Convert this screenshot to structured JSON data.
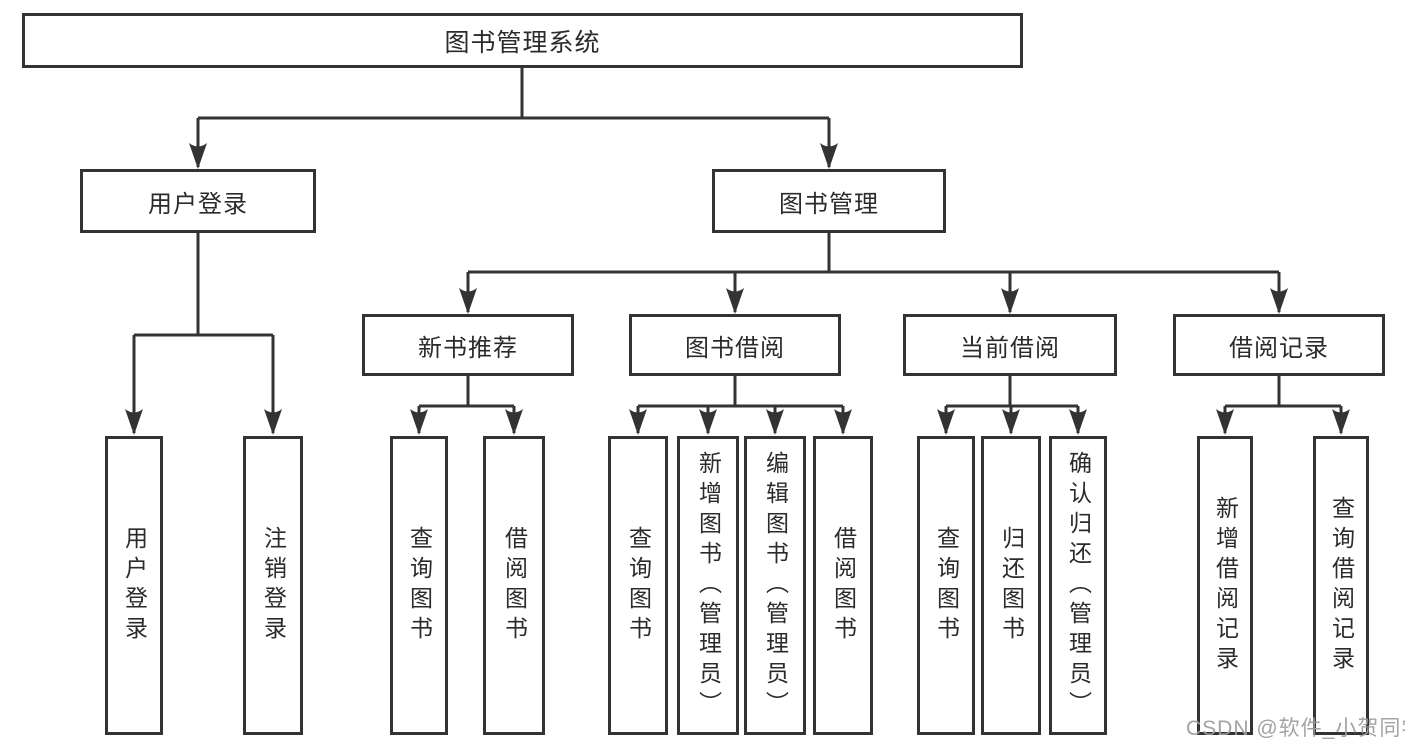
{
  "diagram": {
    "root": {
      "label": "图书管理系统"
    },
    "level2": [
      {
        "label": "用户登录",
        "children": [
          "用户登录",
          "注销登录"
        ]
      },
      {
        "label": "图书管理"
      }
    ],
    "level3": [
      {
        "label": "新书推荐",
        "children": [
          "查询图书",
          "借阅图书"
        ]
      },
      {
        "label": "图书借阅",
        "children": [
          "查询图书",
          "新增图书（管理员）",
          "编辑图书（管理员）",
          "借阅图书"
        ]
      },
      {
        "label": "当前借阅",
        "children": [
          "查询图书",
          "归还图书",
          "确认归还（管理员）"
        ]
      },
      {
        "label": "借阅记录",
        "children": [
          "新增借阅记录",
          "查询借阅记录"
        ]
      }
    ]
  },
  "watermark": {
    "text": "CSDN @软件_小贺同学"
  },
  "colors": {
    "line": "#333333",
    "box_border": "#333333",
    "box_fill": "#ffffff",
    "text": "#2b2b2b",
    "watermark": "#9e9e9e"
  }
}
